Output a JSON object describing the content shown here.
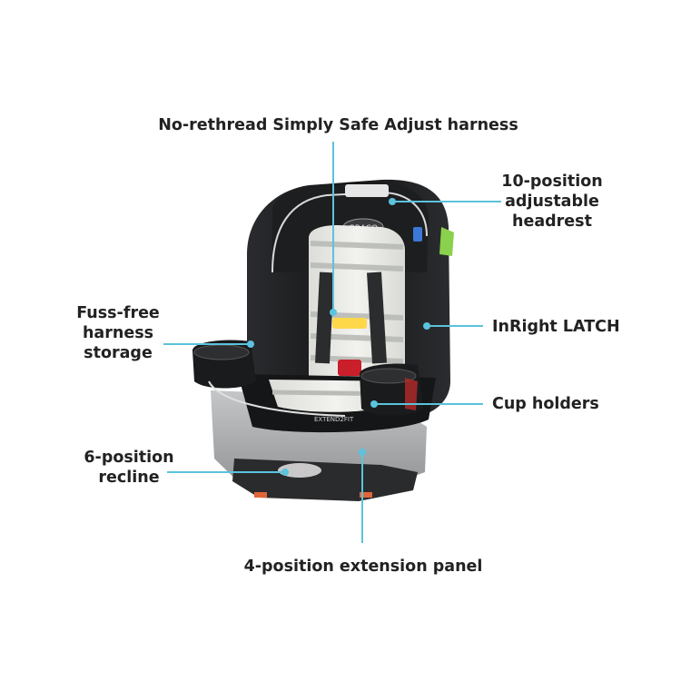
{
  "callouts": {
    "harness": "No-rethread Simply Safe Adjust harness",
    "headrest_line1": "10-position",
    "headrest_line2": "adjustable",
    "headrest_line3": "headrest",
    "storage_line1": "Fuss-free",
    "storage_line2": "harness",
    "storage_line3": "storage",
    "latch": "InRight LATCH",
    "cup": "Cup holders",
    "recline_line1": "6-position",
    "recline_line2": "recline",
    "extension": "4-position extension panel"
  },
  "product": {
    "brand": "GRACO",
    "model": "EXTEND2FIT"
  },
  "colors": {
    "accent": "#5bc3dd",
    "text": "#222222",
    "seat_dark": "#1c1d1f",
    "seat_gray": "#a5a7a9",
    "insert_light": "#e9eae5",
    "insert_stripe": "#b9bbb6"
  }
}
